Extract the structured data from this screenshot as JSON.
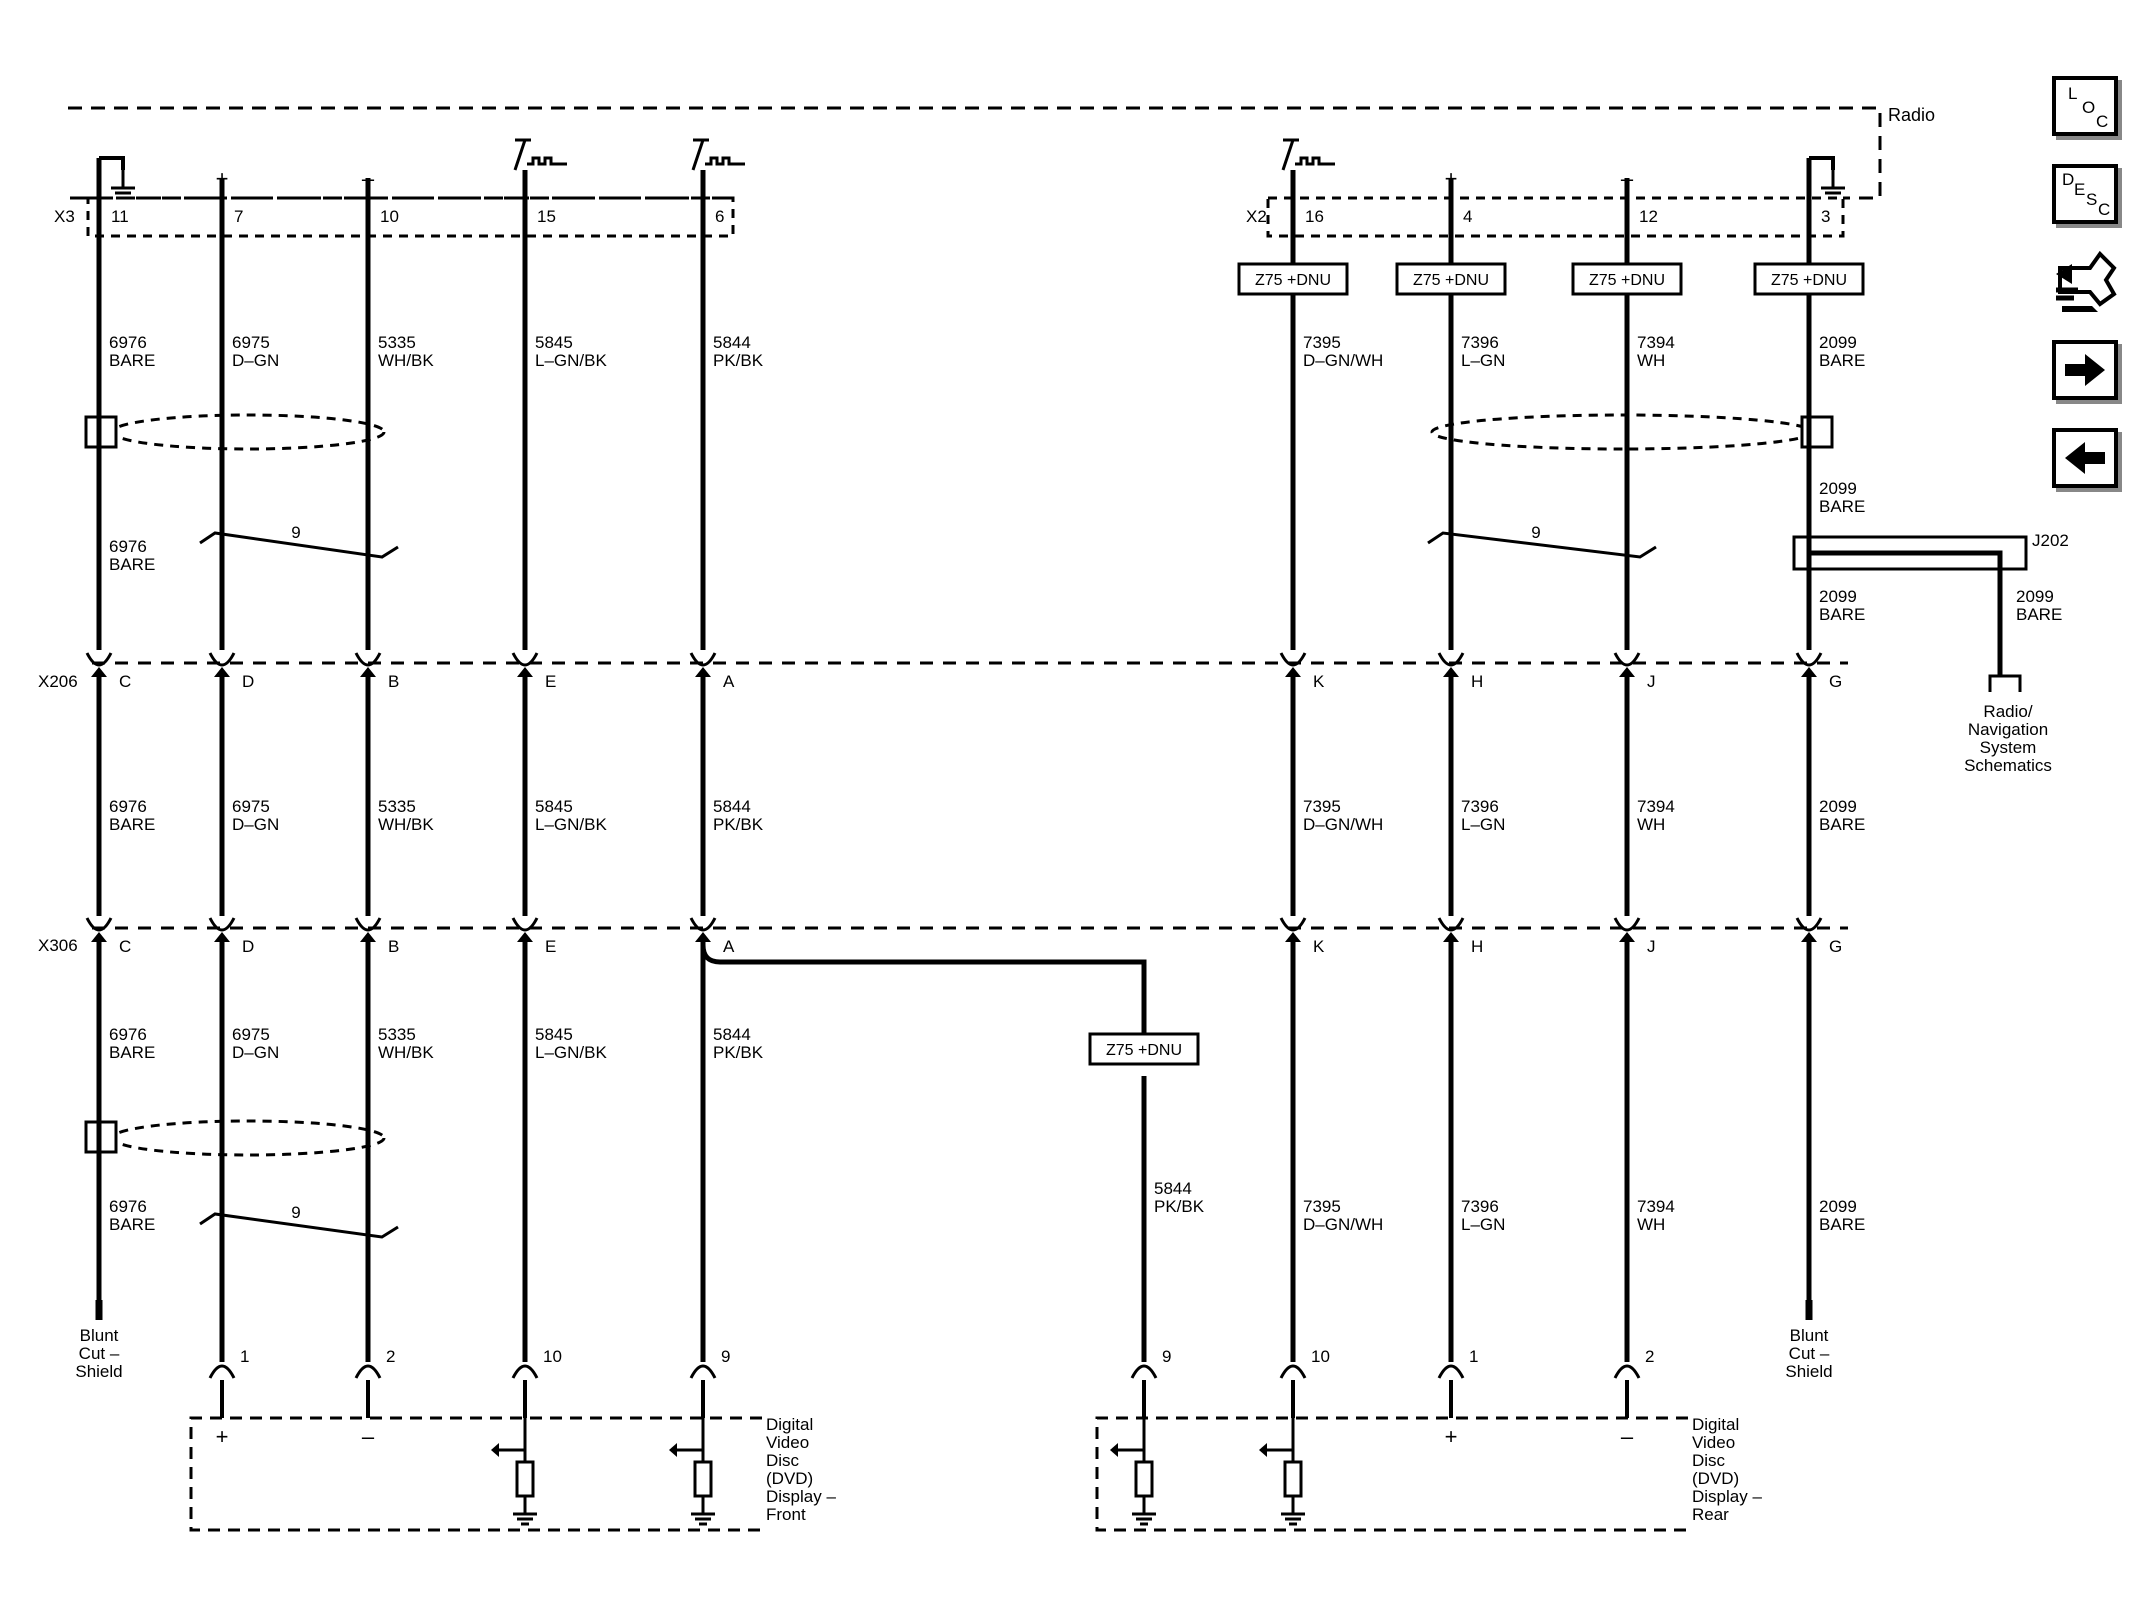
{
  "components": {
    "radio": "Radio",
    "dvd_front": [
      "Digital",
      "Video",
      "Disc",
      "(DVD)",
      "Display –",
      "Front"
    ],
    "dvd_rear": [
      "Digital",
      "Video",
      "Disc",
      "(DVD)",
      "Display –",
      "Rear"
    ],
    "blunt_cut": [
      "Blunt",
      "Cut –",
      "Shield"
    ],
    "radio_nav_ref": [
      "Radio/",
      "Navigation",
      "System",
      "Schematics"
    ]
  },
  "connectors": {
    "x3": "X3",
    "x2": "X2",
    "x206": "X206",
    "x306": "X306",
    "j202": "J202"
  },
  "option_tag": "Z75 +DNU",
  "twist_count": "9",
  "polarity": {
    "plus": "+",
    "minus": "–"
  },
  "wires": [
    {
      "id": "w6976",
      "radio_pin": "11",
      "circuit": "6976",
      "color": "BARE",
      "x206": "C",
      "x306": "C",
      "dev_pin": ""
    },
    {
      "id": "w6975",
      "radio_pin": "7",
      "circuit": "6975",
      "color": "D–GN",
      "x206": "D",
      "x306": "D",
      "dev_pin": "1"
    },
    {
      "id": "w5335",
      "radio_pin": "10",
      "circuit": "5335",
      "color": "WH/BK",
      "x206": "B",
      "x306": "B",
      "dev_pin": "2"
    },
    {
      "id": "w5845",
      "radio_pin": "15",
      "circuit": "5845",
      "color": "L–GN/BK",
      "x206": "E",
      "x306": "E",
      "dev_pin": "10"
    },
    {
      "id": "w5844",
      "radio_pin": "6",
      "circuit": "5844",
      "color": "PK/BK",
      "x206": "A",
      "x306": "A",
      "dev_pin": "9"
    },
    {
      "id": "w5844r",
      "radio_pin": "",
      "circuit": "5844",
      "color": "PK/BK",
      "x206": "",
      "x306": "",
      "dev_pin": "9"
    },
    {
      "id": "w7395",
      "radio_pin": "16",
      "circuit": "7395",
      "color": "D–GN/WH",
      "x206": "K",
      "x306": "K",
      "dev_pin": "10"
    },
    {
      "id": "w7396",
      "radio_pin": "4",
      "circuit": "7396",
      "color": "L–GN",
      "x206": "H",
      "x306": "H",
      "dev_pin": "1"
    },
    {
      "id": "w7394",
      "radio_pin": "12",
      "circuit": "7394",
      "color": "WH",
      "x206": "J",
      "x306": "J",
      "dev_pin": "2"
    },
    {
      "id": "w2099",
      "radio_pin": "3",
      "circuit": "2099",
      "color": "BARE",
      "x206": "G",
      "x306": "G",
      "dev_pin": ""
    }
  ],
  "nav_buttons": {
    "loc": [
      "L",
      "O",
      "C"
    ],
    "desc": [
      "D",
      "E",
      "S",
      "C"
    ]
  }
}
